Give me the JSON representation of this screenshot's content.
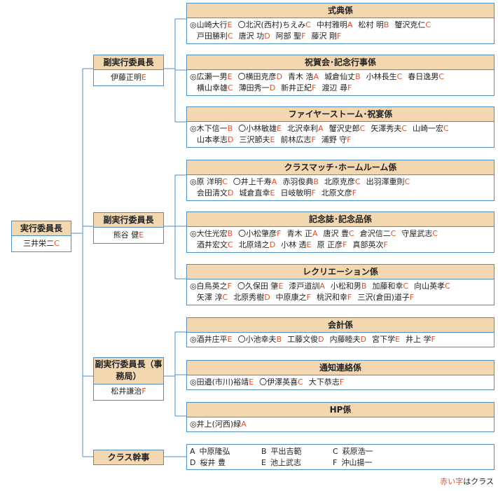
{
  "chair": {
    "title": "実行委員長",
    "name": "三井栄二",
    "class": "C"
  },
  "vice": [
    {
      "title": "副実行委員長",
      "name": "伊藤正明",
      "class": "E"
    },
    {
      "title": "副実行委員長",
      "name": "熊谷 健",
      "class": "E"
    },
    {
      "title": "副実行委員長（事務局）",
      "name": "松井謙治",
      "class": "F"
    }
  ],
  "class_leaders": {
    "title": "クラス幹事",
    "rows": [
      [
        {
          "cls": "A",
          "name": "中原隆弘"
        },
        {
          "cls": "B",
          "name": "平出吉範"
        },
        {
          "cls": "C",
          "name": "萩原浩一"
        }
      ],
      [
        {
          "cls": "D",
          "name": "桜井 豊"
        },
        {
          "cls": "E",
          "name": "池上武志"
        },
        {
          "cls": "F",
          "name": "沖山揚一"
        }
      ]
    ]
  },
  "committees": [
    {
      "title": "式典係",
      "rows": [
        [
          {
            "n": "◎山崎大行",
            "c": "E"
          },
          {
            "n": "〇北沢(西村)ちえみ",
            "c": "C"
          },
          {
            "n": "中村雅明",
            "c": "A"
          },
          {
            "n": "松村 明",
            "c": "B"
          },
          {
            "n": "蟹沢克仁",
            "c": "C"
          }
        ],
        [
          {
            "n": "戸田勝利",
            "c": "C"
          },
          {
            "n": "唐沢 功",
            "c": "D"
          },
          {
            "n": "阿部 聖",
            "c": "F"
          },
          {
            "n": "藤沢 剛",
            "c": "F"
          }
        ]
      ]
    },
    {
      "title": "祝賀会･記念行事係",
      "rows": [
        [
          {
            "n": "◎広瀬一男",
            "c": "E"
          },
          {
            "n": "〇横田克彦",
            "c": "D"
          },
          {
            "n": "青木 浩",
            "c": "A"
          },
          {
            "n": "城倉仙丈",
            "c": "B"
          },
          {
            "n": "小林長生",
            "c": "C"
          },
          {
            "n": "春日逸男",
            "c": "C"
          }
        ],
        [
          {
            "n": "横山幸雄",
            "c": "C"
          },
          {
            "n": "薄田秀一",
            "c": "D"
          },
          {
            "n": "新井正紀",
            "c": "F"
          },
          {
            "n": "渡辺 尋",
            "c": "F"
          }
        ]
      ]
    },
    {
      "title": "ファイヤーストーム･祝宴係",
      "rows": [
        [
          {
            "n": "◎木下信一",
            "c": "B"
          },
          {
            "n": "〇小林敏雄",
            "c": "E"
          },
          {
            "n": "北沢幸利",
            "c": "A"
          },
          {
            "n": "蟹沢史郎",
            "c": "C"
          },
          {
            "n": "矢澤秀夫",
            "c": "C"
          },
          {
            "n": "山崎一宏",
            "c": "C"
          }
        ],
        [
          {
            "n": "山本孝志",
            "c": "D"
          },
          {
            "n": "三沢節夫",
            "c": "E"
          },
          {
            "n": "前林広志",
            "c": "F"
          },
          {
            "n": "浦野 守",
            "c": "F"
          }
        ]
      ]
    },
    {
      "title": "クラスマッチ･ホームルーム係",
      "rows": [
        [
          {
            "n": "◎原 洋明",
            "c": "C"
          },
          {
            "n": "〇井上千寿",
            "c": "A"
          },
          {
            "n": "赤羽俊典",
            "c": "B"
          },
          {
            "n": "北原克彦",
            "c": "C"
          },
          {
            "n": "出羽澤重則",
            "c": "C"
          }
        ],
        [
          {
            "n": "会田清文",
            "c": "D"
          },
          {
            "n": "城倉直幸",
            "c": "E"
          },
          {
            "n": "日岐敏明",
            "c": "F"
          },
          {
            "n": "北原文彦",
            "c": "F"
          }
        ]
      ]
    },
    {
      "title": "記念誌･記念品係",
      "rows": [
        [
          {
            "n": "◎大住光宏",
            "c": "B"
          },
          {
            "n": "〇小松肇彦",
            "c": "F"
          },
          {
            "n": "青木 正",
            "c": "A"
          },
          {
            "n": "唐沢 豊",
            "c": "C"
          },
          {
            "n": "倉沢信二",
            "c": "C"
          },
          {
            "n": "守屋武志",
            "c": "C"
          }
        ],
        [
          {
            "n": "酒井宏文",
            "c": "C"
          },
          {
            "n": "北原靖之",
            "c": "D"
          },
          {
            "n": "小林 透",
            "c": "E"
          },
          {
            "n": "原 正彦",
            "c": "F"
          },
          {
            "n": "真部英次",
            "c": "F"
          }
        ]
      ]
    },
    {
      "title": "レクリエーション係",
      "rows": [
        [
          {
            "n": "◎白鳥英之",
            "c": "F"
          },
          {
            "n": "〇久保田 肇",
            "c": "E"
          },
          {
            "n": "漆戸道訓",
            "c": "A"
          },
          {
            "n": "小松和男",
            "c": "B"
          },
          {
            "n": "加藤和幸",
            "c": "C"
          },
          {
            "n": "向山英孝",
            "c": "C"
          }
        ],
        [
          {
            "n": "矢澤 淳",
            "c": "C"
          },
          {
            "n": "北原秀樹",
            "c": "D"
          },
          {
            "n": "中原康之",
            "c": "F"
          },
          {
            "n": "桃沢和幸",
            "c": "F"
          },
          {
            "n": "三沢(倉田)道子",
            "c": "F"
          }
        ]
      ]
    },
    {
      "title": "会計係",
      "rows": [
        [
          {
            "n": "◎酒井庄平",
            "c": "E"
          },
          {
            "n": "〇小池幸夫",
            "c": "B"
          },
          {
            "n": "工藤文俊",
            "c": "D"
          },
          {
            "n": "内藤睦夫",
            "c": "D"
          },
          {
            "n": "宮下学",
            "c": "E"
          },
          {
            "n": "井上 学",
            "c": "F"
          }
        ]
      ]
    },
    {
      "title": "通知連絡係",
      "rows": [
        [
          {
            "n": "◎田邉(市川)裕靖",
            "c": "E"
          },
          {
            "n": "〇伊澤英喜",
            "c": "C"
          },
          {
            "n": "大下恭志",
            "c": "F"
          }
        ]
      ]
    },
    {
      "title": "HP係",
      "rows": [
        [
          {
            "n": "◎井上(河西)緑",
            "c": "A"
          }
        ]
      ]
    }
  ],
  "legend": {
    "red": "赤い字",
    "rest": "はクラス"
  },
  "colors": {
    "border": "#4f8fc4",
    "header_bg": "#f3d7b0",
    "class_text": "#e0502a"
  }
}
